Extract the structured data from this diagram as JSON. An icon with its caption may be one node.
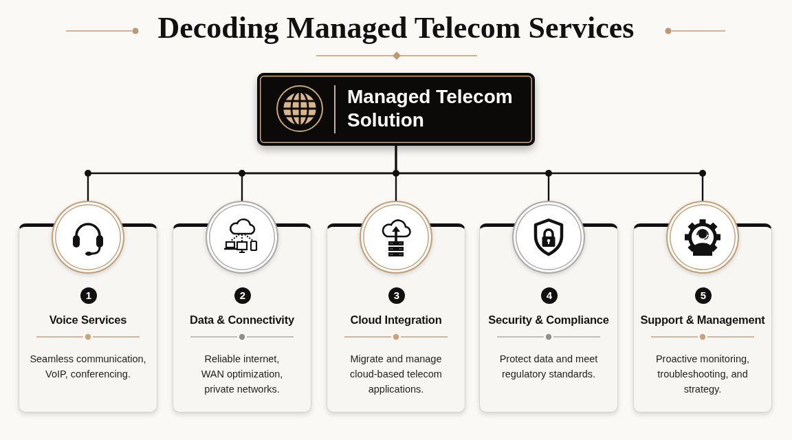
{
  "diagram": {
    "title": "Decoding Managed Telecom Services",
    "nodes": [
      {
        "text": [
          "Managed Telecom Solution"
        ]
      },
      {
        "text": [],
        "shape": "circle"
      },
      {
        "text": [
          "1",
          "Voice Services",
          "Seamless communication, VoIP, conferencing."
        ]
      },
      {
        "text": [],
        "shape": "circle"
      },
      {
        "text": [
          "2",
          "Data & Connectivity",
          "Reliable internet, WAN optimization, private networks."
        ]
      },
      {
        "text": [],
        "shape": "circle"
      },
      {
        "text": [
          "3",
          "Cloud Integration",
          "Migrate and manage cloud-based telecom applications."
        ]
      },
      {
        "text": [],
        "shape": "circle"
      },
      {
        "text": [
          "4",
          "Security & Compliance",
          "Protect data and meet regulatory standards."
        ]
      },
      {
        "text": [],
        "shape": "circle"
      },
      {
        "text": [
          "5",
          "Support & Management",
          "Proactive monitoring, troubleshooting, and strategy."
        ]
      }
    ],
    "edges": [
      {
        "from": 0,
        "to": 1,
        "arrow": "none"
      },
      {
        "from": 0,
        "to": 3,
        "arrow": "none"
      },
      {
        "from": 0,
        "to": 5,
        "arrow": "none"
      },
      {
        "from": 0,
        "to": 7,
        "arrow": "none"
      },
      {
        "from": 0,
        "to": 9,
        "arrow": "none"
      }
    ]
  }
}
